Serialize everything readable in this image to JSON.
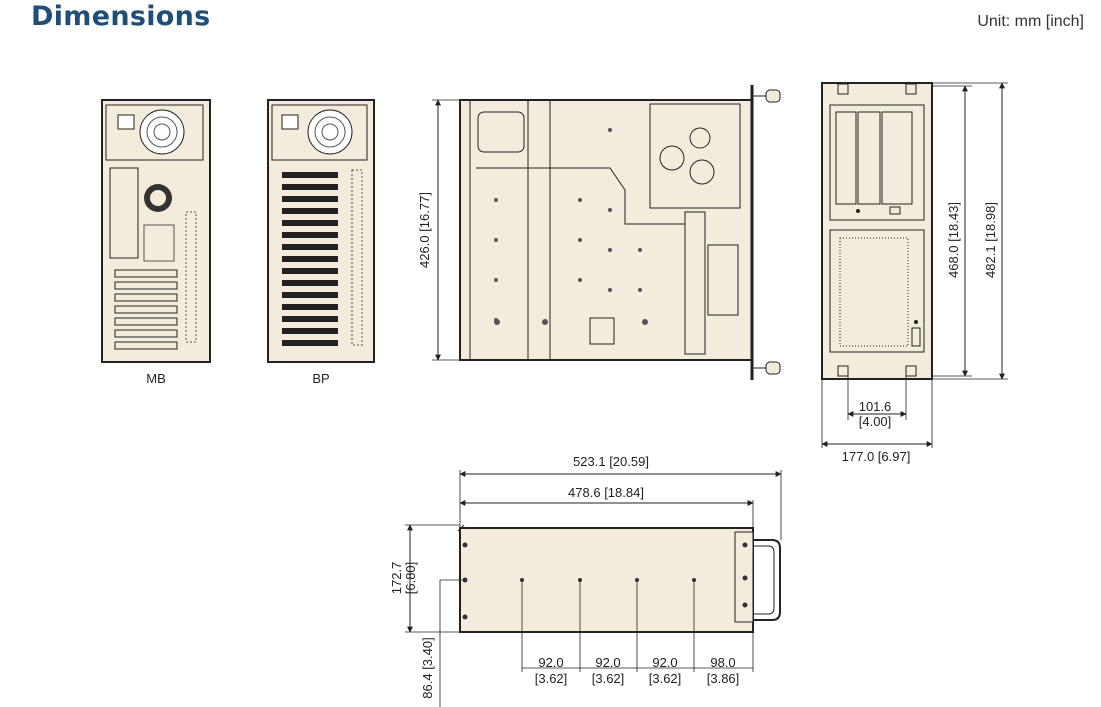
{
  "title": "Dimensions",
  "unit": "Unit: mm [inch]",
  "colors": {
    "title": "#1f4e79",
    "panel": "#f3ecdc",
    "line": "#222222"
  },
  "views": {
    "mb_label": "MB",
    "bp_label": "BP"
  },
  "dims": {
    "top_depth": "426.0 [16.77]",
    "front_height": "468.0 [18.43]",
    "front_height_total": "482.1 [18.98]",
    "bay_width": "101.6",
    "bay_width_in": "[4.00]",
    "front_width": "177.0 [6.97]",
    "side_overall": "523.1 [20.59]",
    "side_body": "478.6 [18.84]",
    "side_height": "172.7",
    "side_height_in": "[6.80]",
    "side_offset": "86.4 [3.40]",
    "spacing": [
      {
        "mm": "92.0",
        "in": "[3.62]"
      },
      {
        "mm": "92.0",
        "in": "[3.62]"
      },
      {
        "mm": "92.0",
        "in": "[3.62]"
      },
      {
        "mm": "98.0",
        "in": "[3.86]"
      }
    ]
  }
}
